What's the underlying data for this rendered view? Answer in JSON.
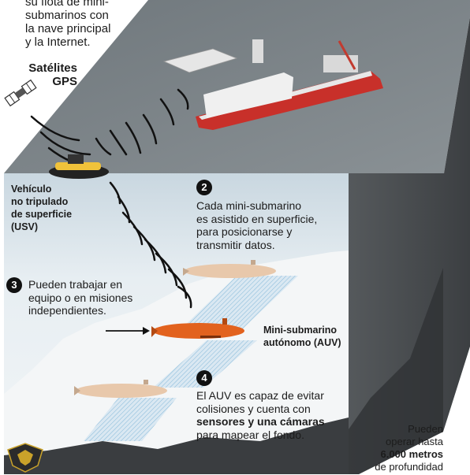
{
  "intro": {
    "line1": "su flota de mini-",
    "line2": "submarinos con",
    "line3": "la nave principal",
    "line4": "y la Internet."
  },
  "satellite": {
    "line1": "Satélites",
    "line2": "GPS"
  },
  "usv": {
    "line1": "Vehículo",
    "line2": "no tripulado",
    "line3": "de superficie",
    "line4": "(USV)"
  },
  "step2": {
    "number": "2",
    "line1": "Cada mini-submarino",
    "line2": "es asistido en superficie,",
    "line3": "para posicionarse y",
    "line4": "transmitir datos."
  },
  "step3": {
    "number": "3",
    "line1": "Pueden trabajar en",
    "line2": "equipo o en misiones",
    "line3": "independientes."
  },
  "auv": {
    "line1": "Mini-submarino",
    "line2": "autónomo (AUV)"
  },
  "step4": {
    "number": "4",
    "line1": "El AUV es capaz de evitar",
    "line2": "colisiones y cuenta con",
    "line3_bold": "sensores y una cámaras",
    "line4": "para mapear el fondo."
  },
  "depth": {
    "line1": "Pueden",
    "line2": "operar hasta",
    "line3_bold": "6.000 metros",
    "line4": "de profundidad"
  },
  "colors": {
    "sea_top": "#7d8488",
    "water": "#dfe8ee",
    "side": "#4a4d50",
    "seabed": "#3e4144",
    "hull_red": "#c8302a",
    "auv_orange": "#e2621e",
    "auv_beige": "#e8c8ab",
    "scan_blue": "#7ab6d8"
  }
}
